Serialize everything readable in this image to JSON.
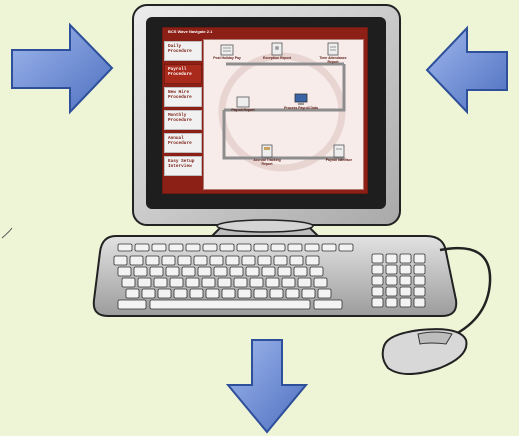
{
  "app": {
    "window_title": "BCS Wave Navigate 2.1",
    "nav_items": [
      {
        "label": "Daily\nProcedure",
        "active": false
      },
      {
        "label": "Payroll\nProcedure",
        "active": true
      },
      {
        "label": "New Hire\nProcedure",
        "active": false
      },
      {
        "label": "Monthly\nProcedure",
        "active": false
      },
      {
        "label": "Annual\nProcedure",
        "active": false
      },
      {
        "label": "Easy Setup\nInterview",
        "active": false
      }
    ],
    "steps": [
      {
        "label": "Post Holiday Pay"
      },
      {
        "label": "Exception Report"
      },
      {
        "label": "Time Attendance Report"
      },
      {
        "label": "Payroll Report"
      },
      {
        "label": "Process Payroll Data"
      },
      {
        "label": "Accrual Tracking Report"
      },
      {
        "label": "Payroll Interface"
      }
    ]
  },
  "colors": {
    "background": "#eef5d6",
    "arrow_fill": "#6d8fd4",
    "app_accent": "#8c2016"
  },
  "icons": [
    "arrow-right-icon",
    "arrow-left-icon",
    "arrow-down-icon",
    "document-icon",
    "computer-icon",
    "mouse-icon",
    "keyboard-icon"
  ]
}
